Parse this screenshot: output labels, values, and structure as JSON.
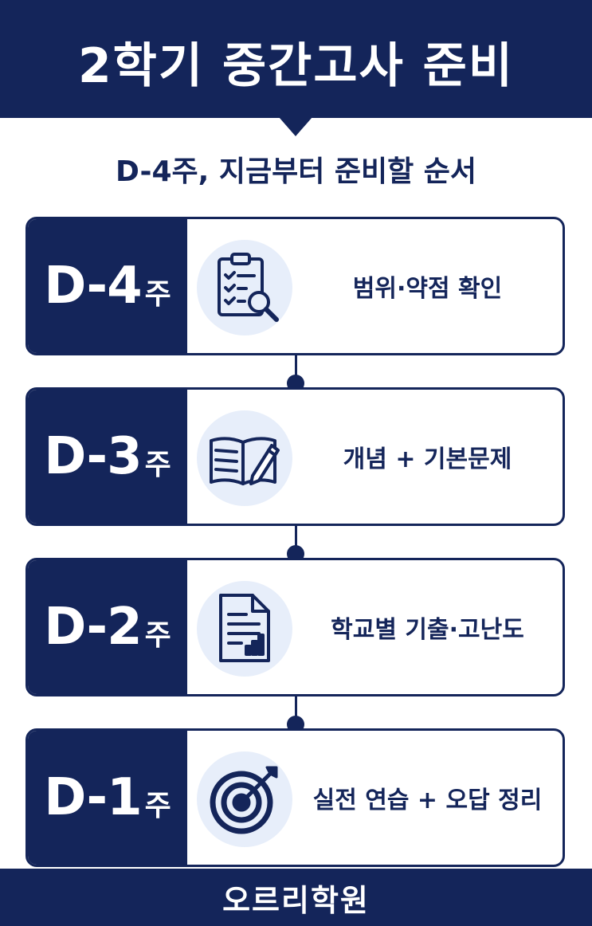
{
  "header": {
    "title": "2학기 중간고사 준비"
  },
  "subtitle": "D-4주, 지금부터 준비할 순서",
  "steps": [
    {
      "week": "D-4",
      "suffix": "주",
      "icon": "checklist-magnifier-icon",
      "text": "범위·약점 확인"
    },
    {
      "week": "D-3",
      "suffix": "주",
      "icon": "open-book-pencil-icon",
      "text": "개념 + 기본문제"
    },
    {
      "week": "D-2",
      "suffix": "주",
      "icon": "document-chart-icon",
      "text": "학교별 기출·고난도"
    },
    {
      "week": "D-1",
      "suffix": "주",
      "icon": "target-arrow-icon",
      "text": "실전 연습 + 오답 정리"
    }
  ],
  "footer": {
    "name": "오르리학원"
  },
  "colors": {
    "navy": "#14255a",
    "icon_bg": "#e7eefa",
    "white": "#ffffff"
  }
}
